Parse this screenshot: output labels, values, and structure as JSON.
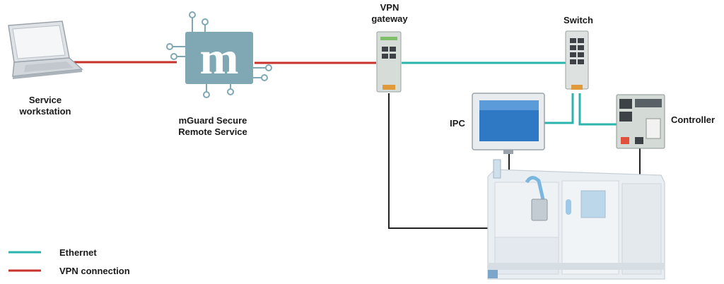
{
  "labels": {
    "service_line1": "Service",
    "service_line2": "workstation",
    "mguard_line1": "mGuard Secure",
    "mguard_line2": "Remote Service",
    "vpn_line1": "VPN",
    "vpn_line2": "gateway",
    "switch": "Switch",
    "ipc": "IPC",
    "controller": "Controller",
    "mguard_logo_letter": "m"
  },
  "legend": {
    "ethernet": "Ethernet",
    "vpn_connection": "VPN connection"
  },
  "colors": {
    "ethernet": "#2bb3ad",
    "vpn": "#c8322a",
    "wire": "#222222",
    "mguard": "#7fa8b4"
  },
  "icons": [
    "laptop-icon",
    "mguard-logo-icon",
    "vpn-gateway-device-icon",
    "switch-device-icon",
    "ipc-monitor-icon",
    "controller-device-icon",
    "cnc-machine-icon"
  ]
}
